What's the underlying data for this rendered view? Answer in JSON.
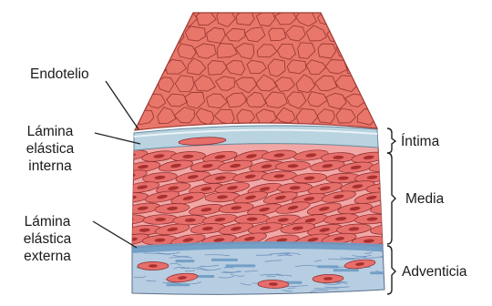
{
  "labels": {
    "endotelio": "Endotelio",
    "lamina_interna": [
      "Lámina",
      "elástica",
      "interna"
    ],
    "lamina_externa": [
      "Lámina",
      "elástica",
      "externa"
    ],
    "intima": "Íntima",
    "media": "Media",
    "adventicia": "Adventicia"
  },
  "colors": {
    "endothelium": "#e8766a",
    "endothelium_line": "#9e3a34",
    "internal_elastic": "#b9d3e0",
    "media_bg": "#f1a7a5",
    "media_cell": "#e66e6b",
    "media_nucleus": "#a8302f",
    "external_elastic": "#6d9bc4",
    "adventitia": "#b7cde1",
    "outline": "#6a2a2a"
  }
}
